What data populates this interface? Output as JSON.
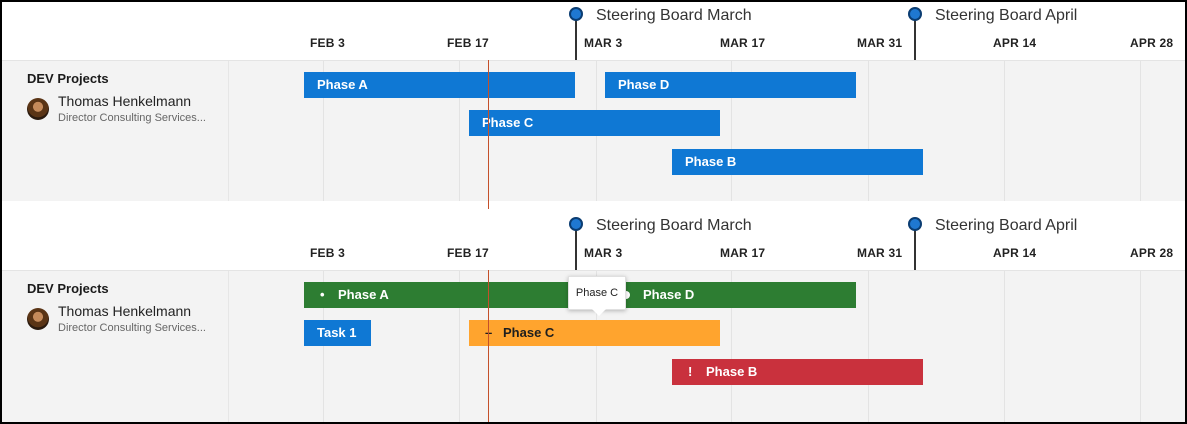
{
  "dates": [
    "FEB 3",
    "FEB 17",
    "MAR 3",
    "MAR 17",
    "MAR 31",
    "APR 14",
    "APR 28"
  ],
  "milestones": {
    "march": "Steering Board March",
    "april": "Steering Board April"
  },
  "group": {
    "title": "DEV Projects",
    "person": "Thomas Henkelmann",
    "role": "Director Consulting Services..."
  },
  "top_panel": {
    "phase_a": "Phase A",
    "phase_d": "Phase D",
    "phase_c": "Phase C",
    "phase_b": "Phase B"
  },
  "bottom_panel": {
    "phase_a": "Phase A",
    "phase_a_icon": "•",
    "phase_d": "Phase D",
    "task_1": "Task 1",
    "phase_c": "Phase C",
    "phase_c_icon": "–",
    "phase_b": "Phase B",
    "phase_b_icon": "!",
    "tooltip": "Phase C"
  },
  "colors": {
    "blue": "#0f78d4",
    "green": "#2d7d32",
    "orange": "#ffa42e",
    "red": "#c9313d",
    "today_line": "#c4502a"
  }
}
